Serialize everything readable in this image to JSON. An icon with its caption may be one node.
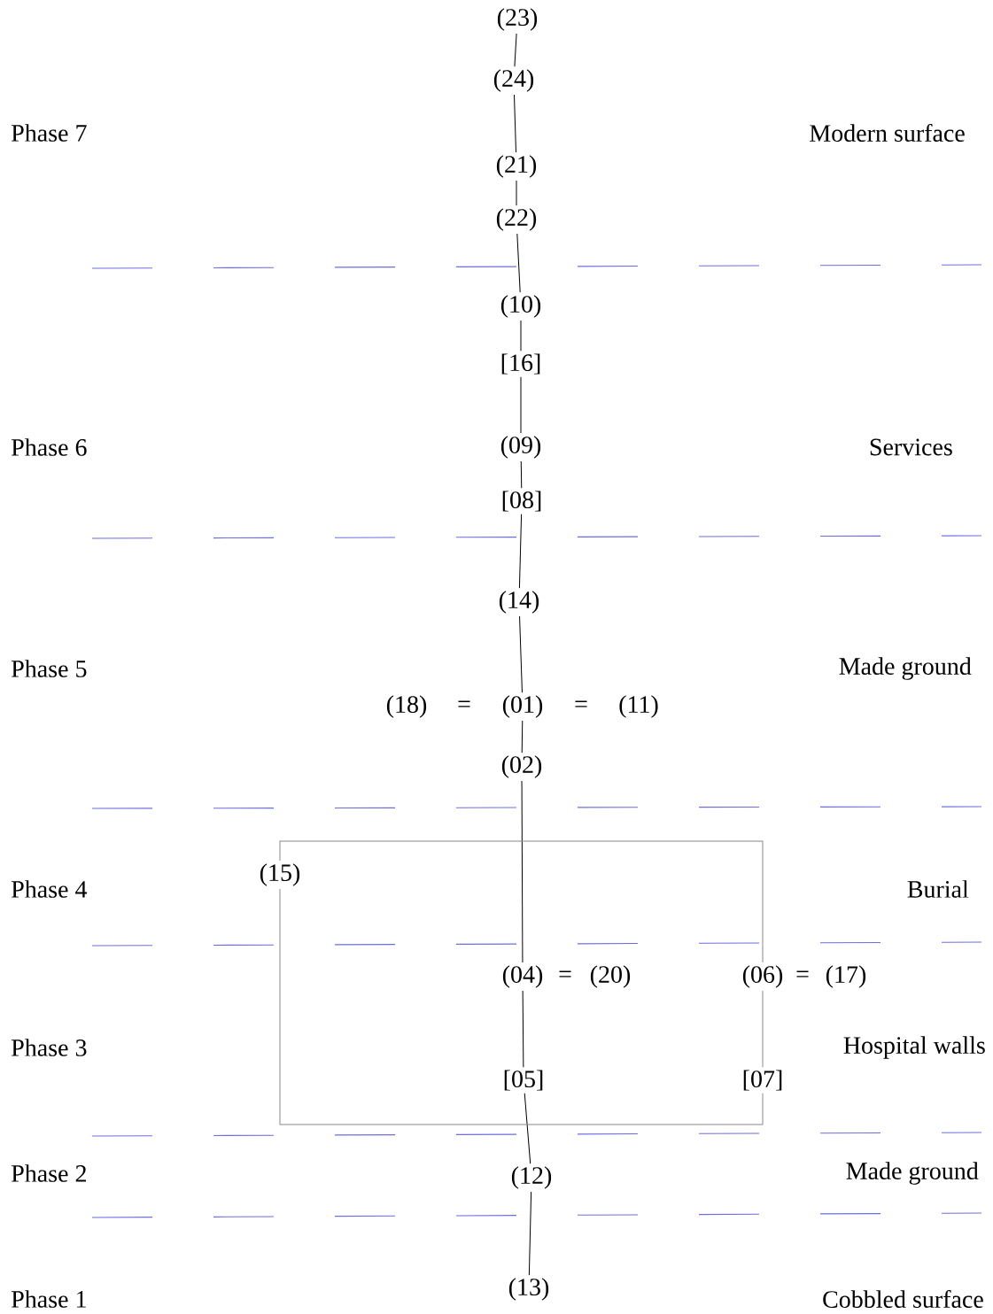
{
  "diagram": {
    "nodes": [
      {
        "text": [
          "(23)"
        ]
      },
      {
        "text": [
          "(24)"
        ]
      },
      {
        "text": [
          "(21)"
        ]
      },
      {
        "text": [
          "(22)"
        ]
      },
      {
        "text": [
          "(10)"
        ]
      },
      {
        "text": [
          "[16]"
        ]
      },
      {
        "text": [
          "(09)"
        ]
      },
      {
        "text": [
          "[08]"
        ]
      },
      {
        "text": [
          "(14)"
        ]
      },
      {
        "text": [
          "(01)"
        ]
      },
      {
        "text": [
          "(02)"
        ]
      },
      {
        "text": [
          "(15)"
        ]
      },
      {
        "text": [
          "(04)"
        ]
      },
      {
        "text": [
          "(06)"
        ]
      },
      {
        "text": [
          "[05]"
        ]
      },
      {
        "text": [
          "[07]"
        ]
      },
      {
        "text": [
          "(12)"
        ]
      },
      {
        "text": [
          "(13)"
        ]
      }
    ],
    "edges": [
      {
        "from": 0,
        "to": 1,
        "arrow": "none"
      },
      {
        "from": 1,
        "to": 2,
        "arrow": "none"
      },
      {
        "from": 2,
        "to": 3,
        "arrow": "none"
      },
      {
        "from": 3,
        "to": 4,
        "arrow": "none"
      },
      {
        "from": 4,
        "to": 5,
        "arrow": "none"
      },
      {
        "from": 5,
        "to": 6,
        "arrow": "none"
      },
      {
        "from": 6,
        "to": 7,
        "arrow": "none"
      },
      {
        "from": 7,
        "to": 8,
        "arrow": "none"
      },
      {
        "from": 8,
        "to": 9,
        "arrow": "none"
      },
      {
        "from": 9,
        "to": 10,
        "arrow": "none"
      },
      {
        "from": 10,
        "to": 12,
        "arrow": "none"
      },
      {
        "from": 12,
        "to": 14,
        "arrow": "none"
      },
      {
        "from": 14,
        "to": 16,
        "arrow": "none"
      },
      {
        "from": 16,
        "to": 17,
        "arrow": "none"
      },
      {
        "from": 11,
        "to": 13,
        "arrow": "none",
        "color": "#888888"
      },
      {
        "from": 13,
        "to": 15,
        "arrow": "none",
        "color": "#888888"
      },
      {
        "from": 15,
        "to": 11,
        "arrow": "none",
        "color": "#888888"
      }
    ],
    "labels": [
      "Phase 7",
      "Modern surface",
      "Phase 6",
      "Services",
      "Phase 5",
      "(18)",
      "=",
      "=",
      "(11)",
      "Made ground",
      "Phase 4",
      "Burial",
      "=",
      "(20)",
      "=",
      "(17)",
      "Phase 3",
      "Hospital walls",
      "Phase 2",
      "Made ground",
      "Phase 1",
      "Cobbled surface"
    ]
  }
}
